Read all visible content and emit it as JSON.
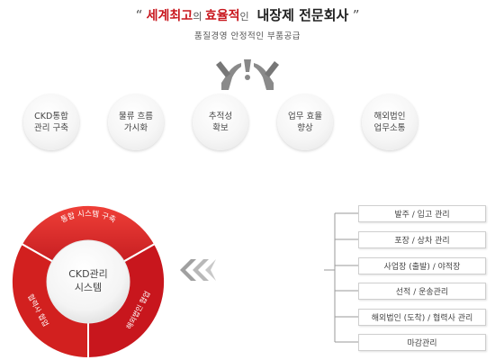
{
  "header": {
    "open_quote": "“",
    "phrase_red1": "세계최고",
    "phrase_small1": "의 ",
    "phrase_red2": "효율적",
    "phrase_small2": "인",
    "phrase_main": "내장제 전문회사",
    "close_quote": "”",
    "subtitle": "품질경영 안정적인 부품공급"
  },
  "icons": {
    "hands": "hands-upholding-icon"
  },
  "goals": [
    {
      "label": "CKD통합\n관리 구축"
    },
    {
      "label": "물류 흐름\n가시화"
    },
    {
      "label": "추적성\n확보"
    },
    {
      "label": "업무 효율\n향상"
    },
    {
      "label": "해외법인\n업무소통"
    }
  ],
  "system": {
    "center": "CKD관리\n시스템",
    "segments": [
      "통합 시스템 구축",
      "해외법인 협업",
      "협력사 협업"
    ]
  },
  "processes": [
    "발주 / 입고 관리",
    "포장 / 상차 관리",
    "사업장 (출발) / 야적장",
    "선적 / 운송관리",
    "해외법인 (도착) / 협력사 관리",
    "마감관리"
  ],
  "colors": {
    "accent": "#c8161d",
    "ring_light": "#e8322f",
    "ring_dark": "#a80d13"
  }
}
